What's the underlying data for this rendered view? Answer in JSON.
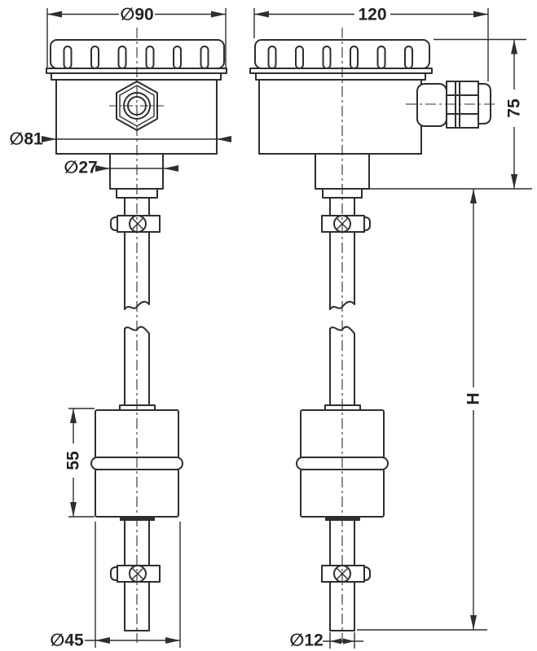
{
  "drawing": {
    "labels": {
      "cap_diameter": "∅90",
      "housing_width": "120",
      "housing_diameter": "∅81",
      "neck_diameter": "∅27",
      "housing_height": "75",
      "probe_length": "H",
      "float_height": "55",
      "float_diameter": "∅45",
      "tube_diameter": "∅12"
    },
    "colors": {
      "line": "#2e2e2e",
      "background": "#ffffff"
    }
  }
}
